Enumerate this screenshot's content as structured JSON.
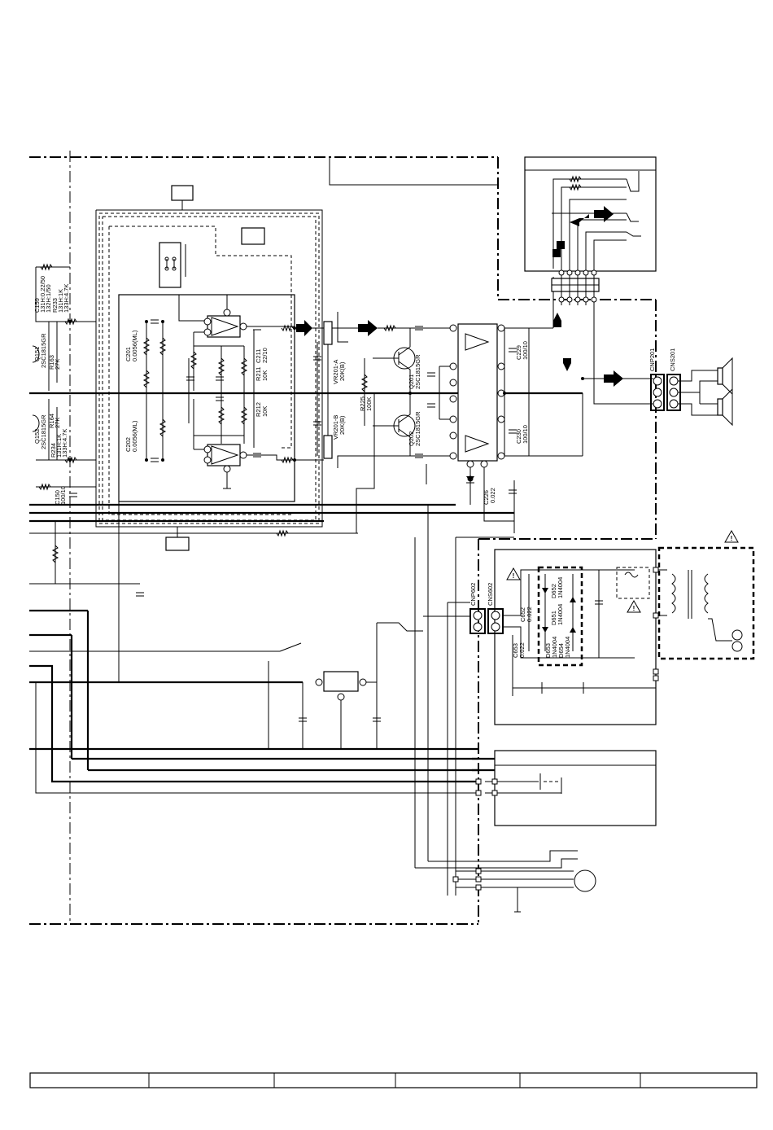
{
  "diagram": {
    "component_labels": {
      "c159": "C159",
      "c159_val1": "131H:0.22/50",
      "c159_val2": "132H:1/50",
      "r233": "R233",
      "r233_val1": "131H:1K",
      "r233_val2": "133H:4.7K",
      "q151": "Q151",
      "q151_type": "2SC1815GR",
      "r163": "R163",
      "r163_val": "27K",
      "q152": "Q152",
      "q152_type": "2SC1815GR",
      "r164": "R164",
      "r164_val": "27K",
      "r234": "R234",
      "r234_val1": "131H:1K",
      "r234_val2": "133H:4.7K",
      "c150": "C150",
      "c150_val": "100/10",
      "c201": "C201",
      "c201_val": "0.0056(ML)",
      "c202": "C202",
      "c202_val": "0.0056(ML)",
      "c211": "C211",
      "c211_val": "22/10",
      "r211": "R211",
      "r211_val": "10K",
      "r212": "R212",
      "r212_val": "10K",
      "vr201a": "VR201-A",
      "vr201a_val": "20K(B)",
      "vr201b": "VR201-B",
      "vr201b_val": "20K(B)",
      "r225": "R225",
      "r225_val": "100K",
      "q201": "Q201",
      "q201_type": "2SC1815GR",
      "q202": "Q202",
      "q202_type": "2SC1815GR",
      "c229": "C229",
      "c229_val": "100/10",
      "c230": "C230",
      "c230_val": "100/10",
      "c226": "C226",
      "c226_val": "0.022",
      "cnp201": "CNP201",
      "cns201": "CNS201",
      "cnp602": "CNP602",
      "cns602": "CNS602",
      "c652": "C652",
      "c652_val": "0.022",
      "c653": "C653",
      "c653_val": "0.022",
      "d652": "D652",
      "d652_type": "1N4004",
      "d651": "D651",
      "d651_type": "1N4004",
      "d653": "D653",
      "d653_type": "1N4004",
      "d654": "D654",
      "d654_type": "1N4004"
    },
    "warning_symbol": "!",
    "icons": [
      "warning-triangle-icon",
      "speaker-icon",
      "transformer-icon",
      "fuse-icon",
      "battery-icon",
      "motor-icon",
      "transistor-icon",
      "op-amp-icon",
      "diode-icon",
      "switch-icon"
    ]
  },
  "footer_table": {
    "cells": [
      "",
      "",
      "",
      "",
      "",
      ""
    ]
  }
}
